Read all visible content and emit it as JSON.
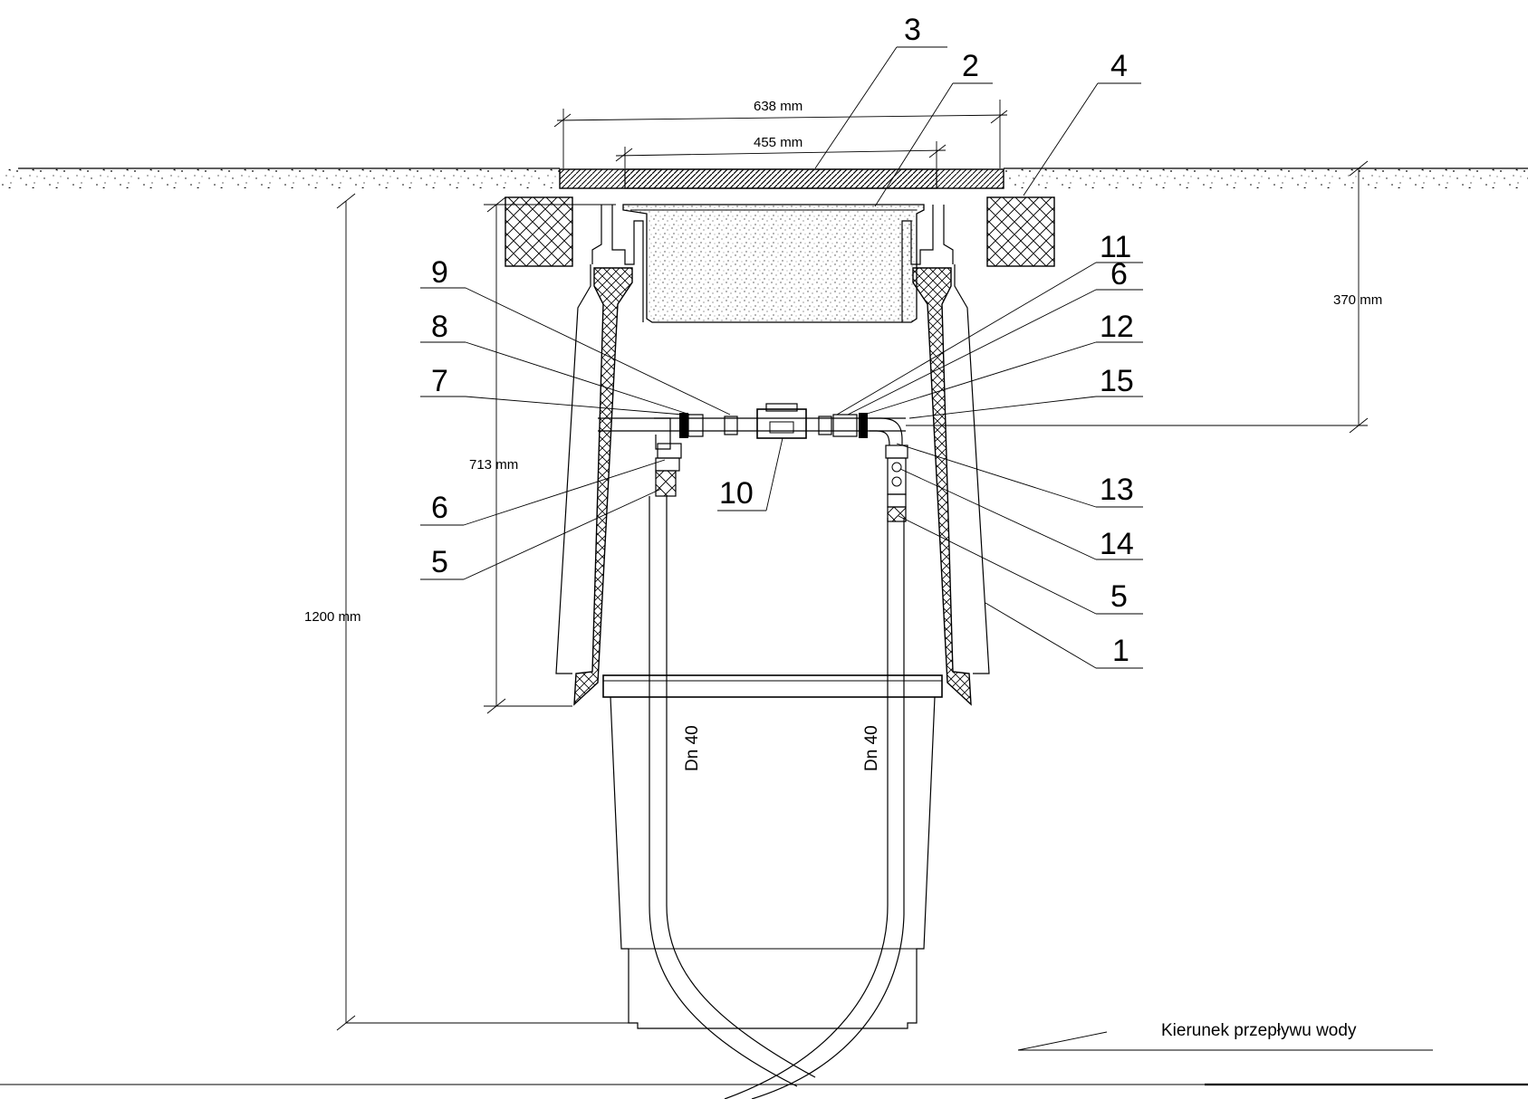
{
  "dimensions": {
    "top_outer": "638 mm",
    "top_inner": "455 mm",
    "depth_right": "370 mm",
    "depth_mid": "713 mm",
    "depth_total": "1200 mm"
  },
  "pipe_labels": {
    "left": "Dn 40",
    "right": "Dn 40"
  },
  "callouts": {
    "c1": "1",
    "c2": "2",
    "c3": "3",
    "c4": "4",
    "c5_left": "5",
    "c5_right": "5",
    "c6_left": "6",
    "c6_right": "6",
    "c7": "7",
    "c8": "8",
    "c9": "9",
    "c10": "10",
    "c11": "11",
    "c12": "12",
    "c13": "13",
    "c14": "14",
    "c15": "15"
  },
  "flow_label": "Kierunek przepływu wody"
}
